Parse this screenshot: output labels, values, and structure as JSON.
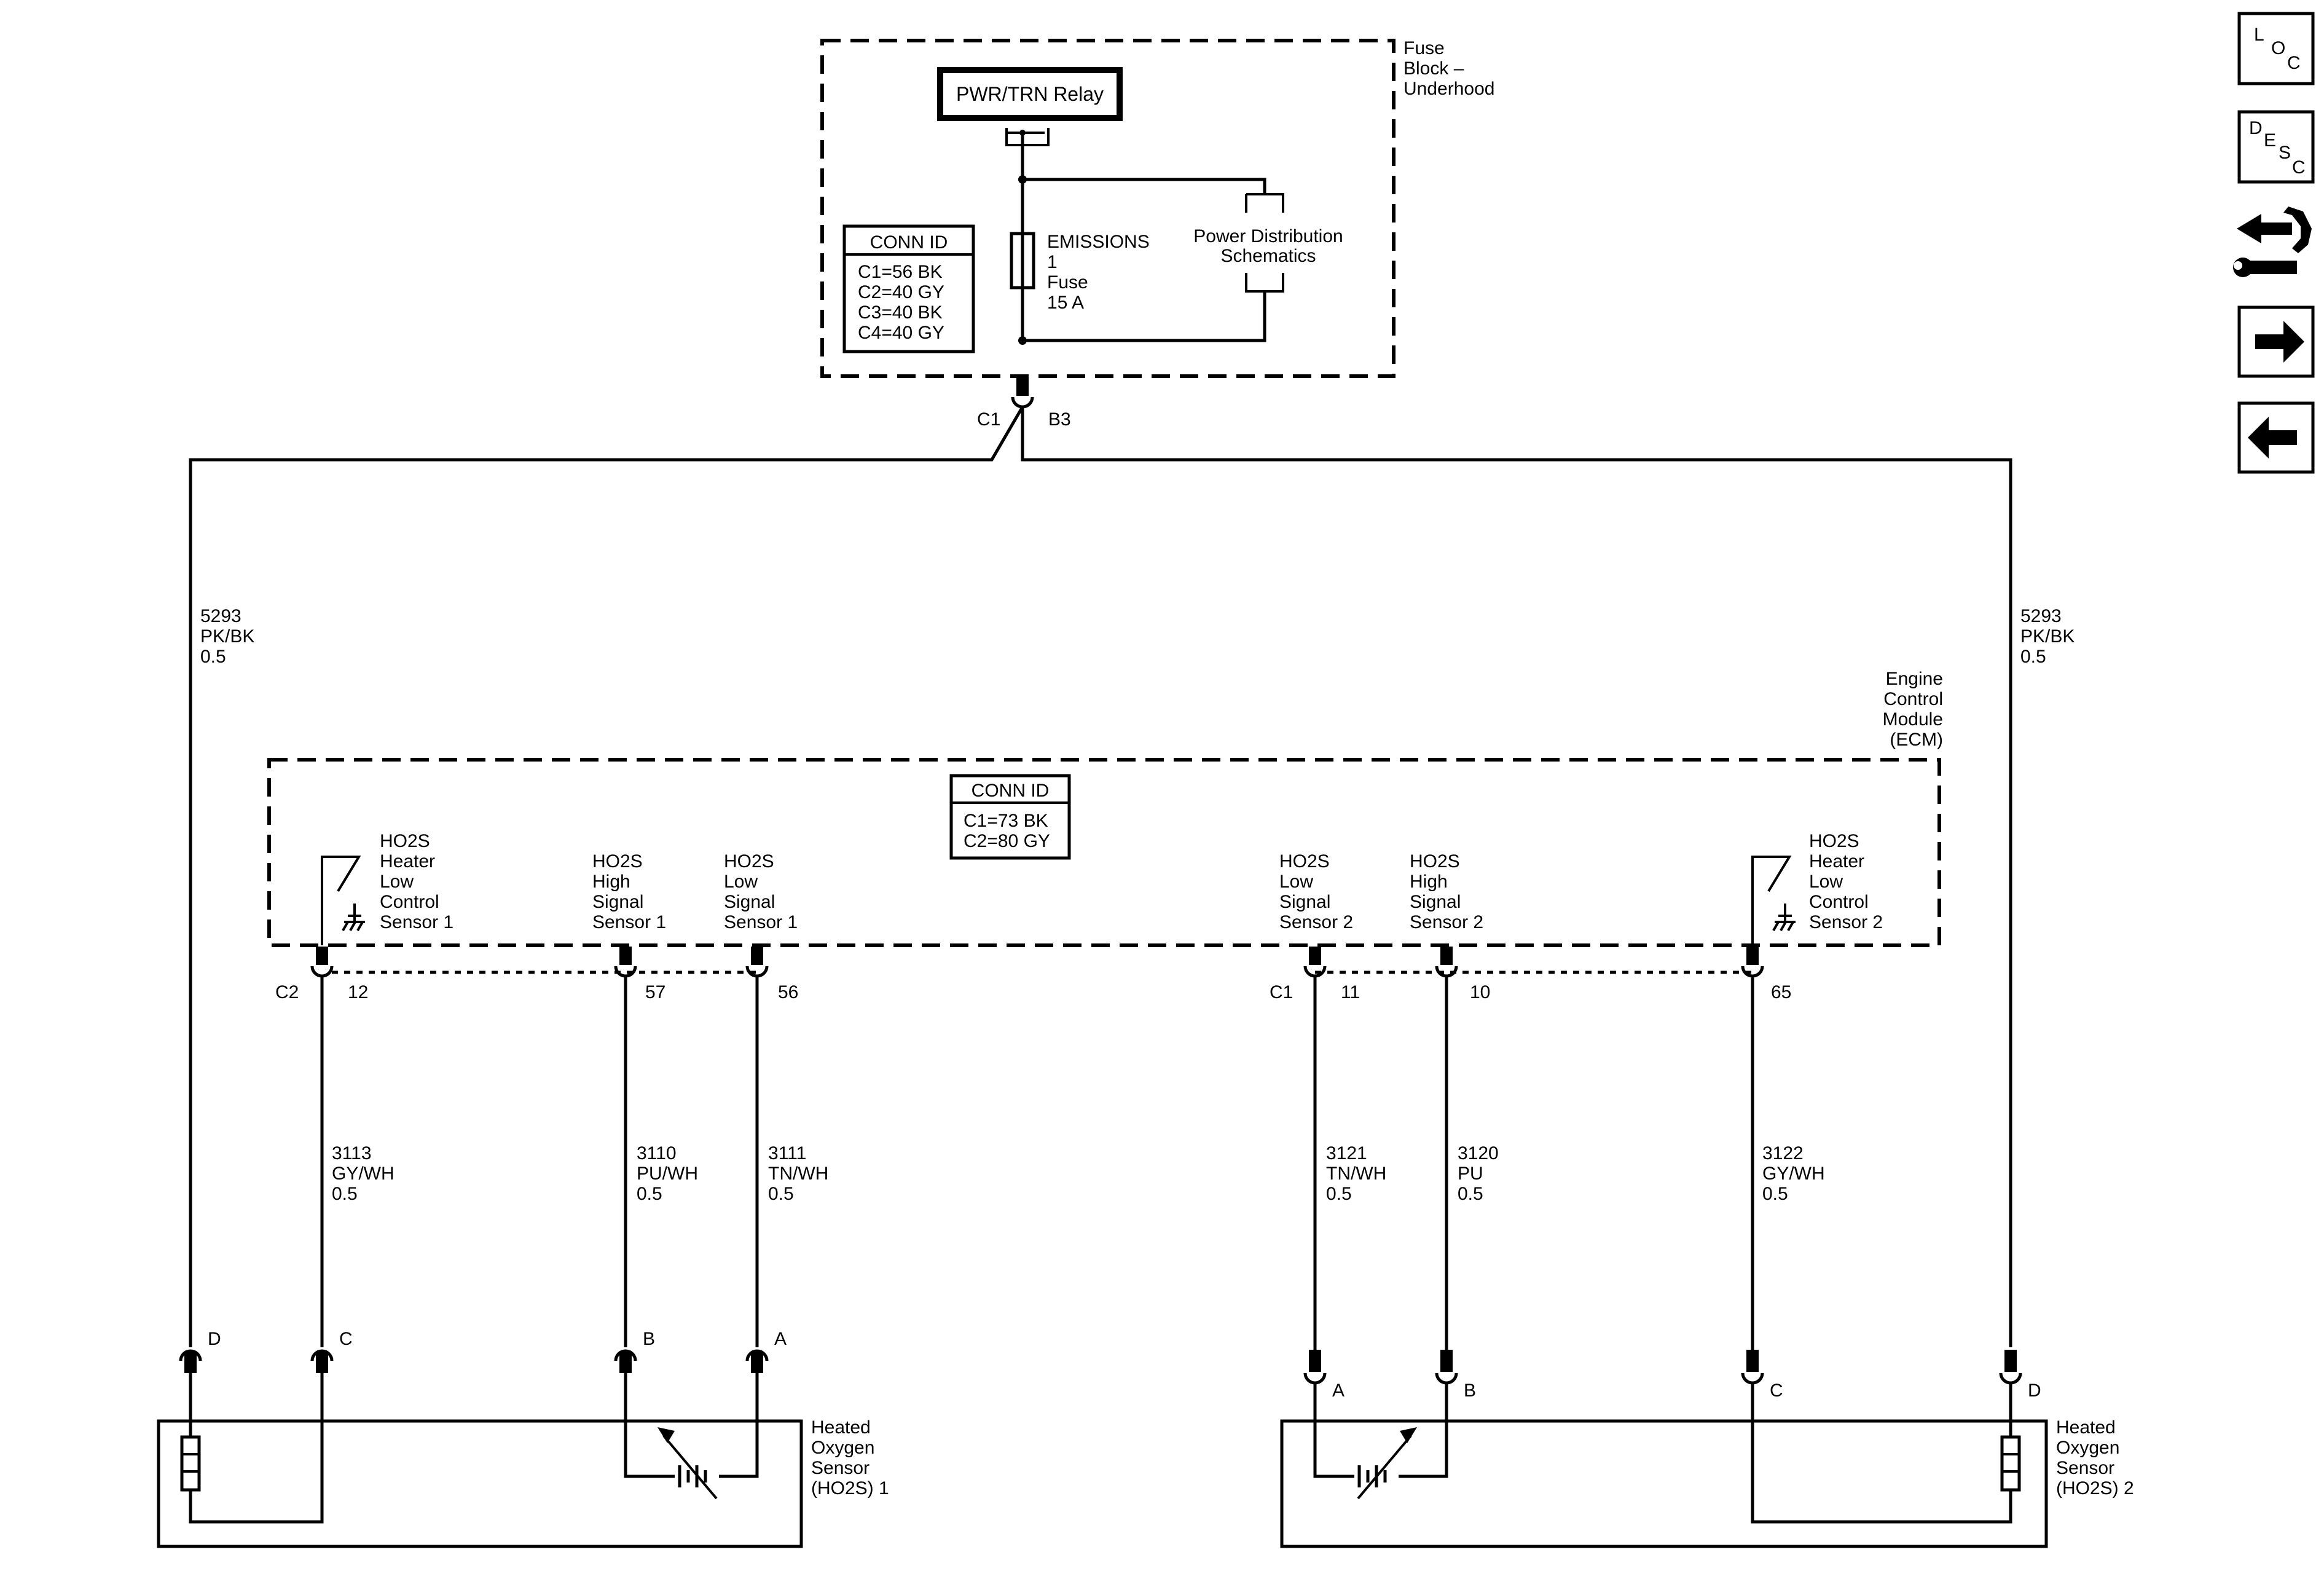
{
  "fuse_block": {
    "title_lines": [
      "Fuse",
      "Block –",
      "Underhood"
    ],
    "relay_label": "PWR/TRN Relay",
    "fuse_lines": [
      "EMISSIONS",
      "1",
      "Fuse",
      "15 A"
    ],
    "power_dist_lines": [
      "Power Distribution",
      "Schematics"
    ],
    "conn_id": {
      "header": "CONN ID",
      "lines": [
        "C1=56 BK",
        "C2=40 GY",
        "C3=40 BK",
        "C4=40 GY"
      ]
    },
    "connector": "C1",
    "pin": "B3"
  },
  "wires": {
    "left_feed": [
      "5293",
      "PK/BK",
      "0.5"
    ],
    "right_feed": [
      "5293",
      "PK/BK",
      "0.5"
    ],
    "w3113": [
      "3113",
      "GY/WH",
      "0.5"
    ],
    "w3110": [
      "3110",
      "PU/WH",
      "0.5"
    ],
    "w3111": [
      "3111",
      "TN/WH",
      "0.5"
    ],
    "w3121": [
      "3121",
      "TN/WH",
      "0.5"
    ],
    "w3120": [
      "3120",
      "PU",
      "0.5"
    ],
    "w3122": [
      "3122",
      "GY/WH",
      "0.5"
    ]
  },
  "ecm": {
    "title_lines": [
      "Engine",
      "Control",
      "Module",
      "(ECM)"
    ],
    "conn_id": {
      "header": "CONN ID",
      "lines": [
        "C1=73 BK",
        "C2=80 GY"
      ]
    },
    "circuits": {
      "heater_1": [
        "HO2S",
        "Heater",
        "Low",
        "Control",
        "Sensor 1"
      ],
      "high_1": [
        "HO2S",
        "High",
        "Signal",
        "Sensor 1"
      ],
      "low_1": [
        "HO2S",
        "Low",
        "Signal",
        "Sensor 1"
      ],
      "low_2": [
        "HO2S",
        "Low",
        "Signal",
        "Sensor 2"
      ],
      "high_2": [
        "HO2S",
        "High",
        "Signal",
        "Sensor 2"
      ],
      "heater_2": [
        "HO2S",
        "Heater",
        "Low",
        "Control",
        "Sensor 2"
      ]
    },
    "pins": {
      "c2_label": "C2",
      "p12": "12",
      "p57": "57",
      "p56": "56",
      "c1_label": "C1",
      "p11": "11",
      "p10": "10",
      "p65": "65"
    }
  },
  "sensors": {
    "sensor1": {
      "label_lines": [
        "Heated",
        "Oxygen",
        "Sensor",
        "(HO2S) 1"
      ],
      "pins": {
        "d": "D",
        "c": "C",
        "b": "B",
        "a": "A"
      }
    },
    "sensor2": {
      "label_lines": [
        "Heated",
        "Oxygen",
        "Sensor",
        "(HO2S) 2"
      ],
      "pins": {
        "a": "A",
        "b": "B",
        "c": "C",
        "d": "D"
      }
    }
  },
  "nav": {
    "loc": [
      "L",
      "O",
      "C"
    ],
    "desc": [
      "D",
      "E",
      "S",
      "C"
    ],
    "icons": [
      "loc-icon",
      "desc-icon",
      "component-swap-icon",
      "arrow-right-icon",
      "arrow-left-icon"
    ]
  }
}
